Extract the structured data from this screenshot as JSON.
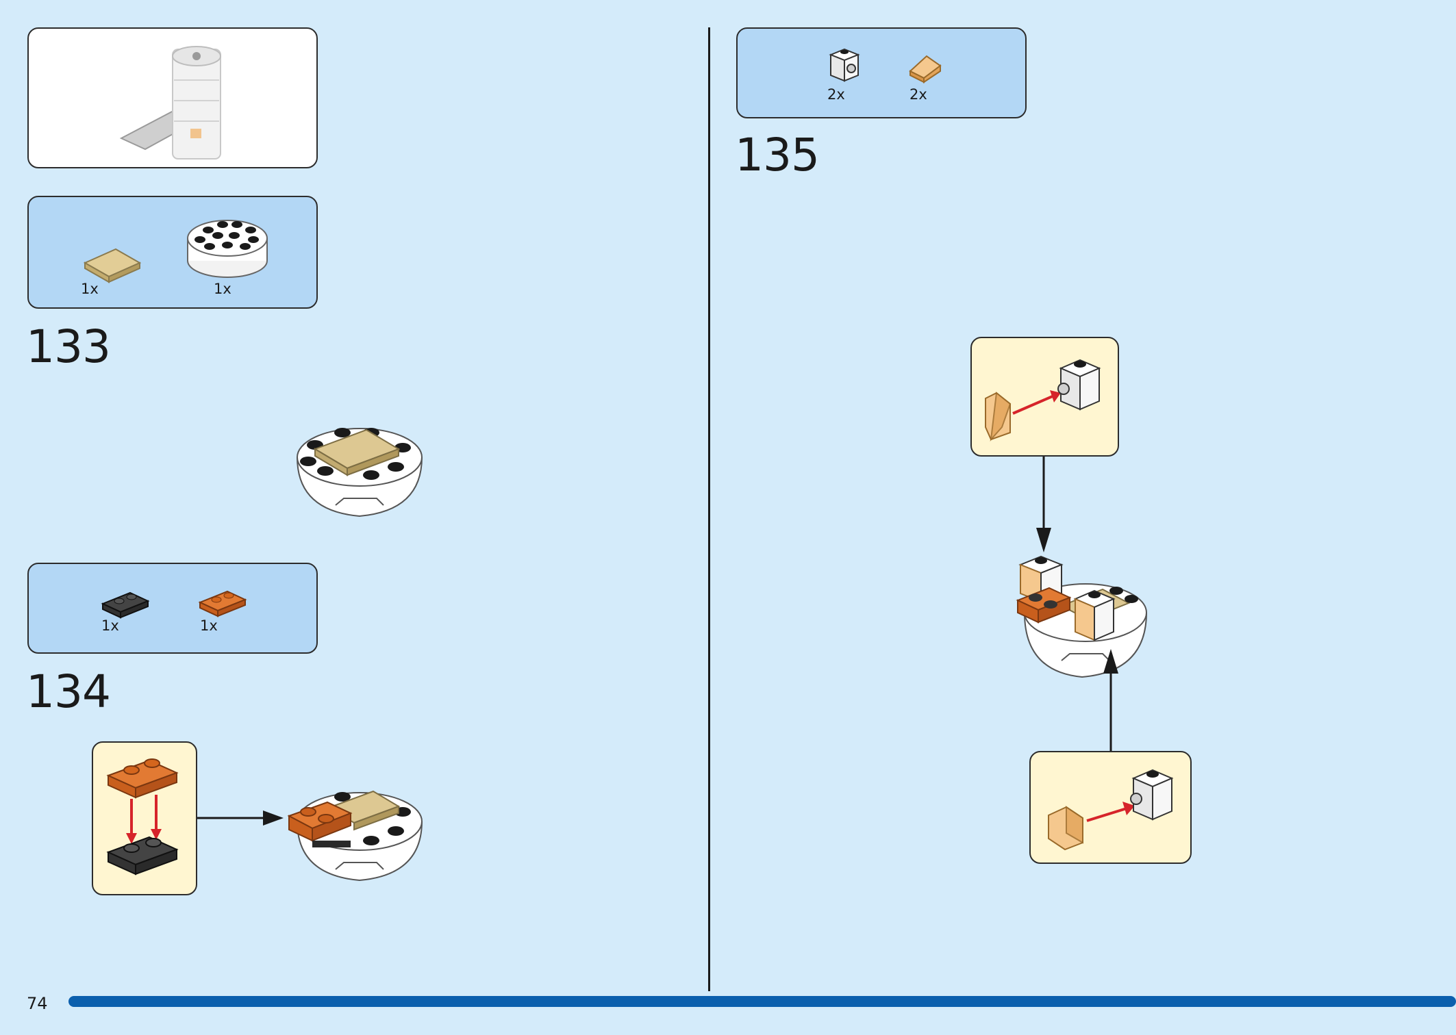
{
  "page": {
    "number": "74"
  },
  "preview": {
    "icon": "tower-preview-icon"
  },
  "steps": [
    {
      "number": "133",
      "parts": [
        {
          "name": "tan-tile-2x2",
          "qty": "1x"
        },
        {
          "name": "white-round-brick-4x4",
          "qty": "1x"
        }
      ]
    },
    {
      "number": "134",
      "parts": [
        {
          "name": "black-plate-1x2",
          "qty": "1x"
        },
        {
          "name": "orange-plate-1x2",
          "qty": "1x"
        }
      ]
    },
    {
      "number": "135",
      "parts": [
        {
          "name": "white-brick-1x1-stud-side",
          "qty": "2x"
        },
        {
          "name": "trans-orange-slope",
          "qty": "2x"
        }
      ]
    }
  ],
  "colors": {
    "background": "#d4ebfa",
    "parts_panel": "#b3d7f5",
    "callout": "#fff6d1",
    "progress": "#0b5fad",
    "arrow_red": "#d6242a",
    "tan": "#d9c58f",
    "orange": "#d4661d",
    "black_brick": "#3a3a3a",
    "trans_orange": "#f2b870"
  }
}
